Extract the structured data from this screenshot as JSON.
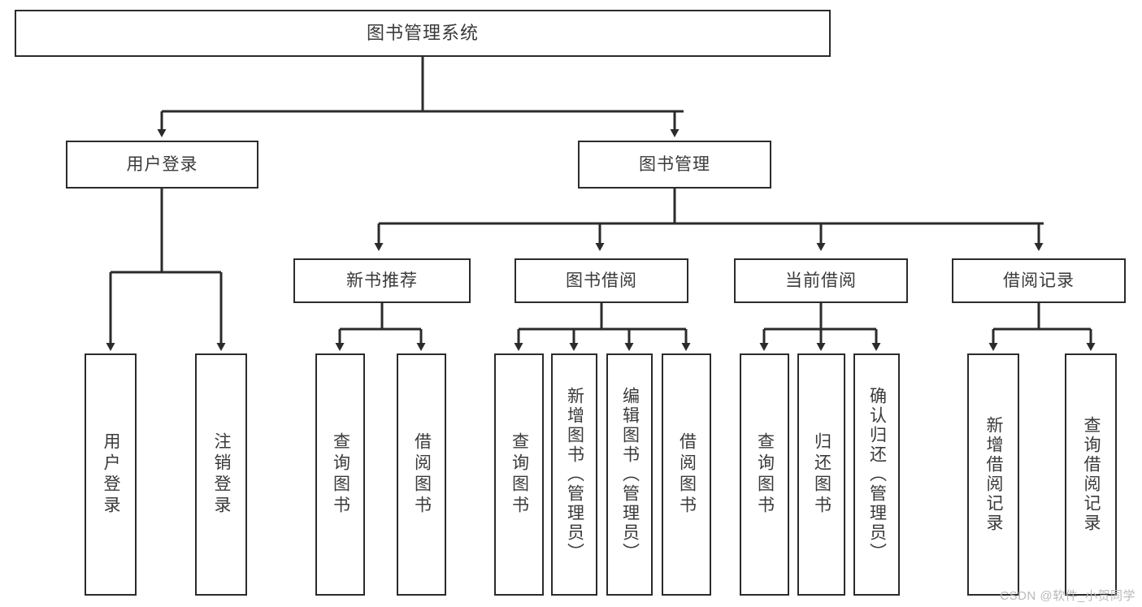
{
  "diagram": {
    "title": "图书管理系统",
    "watermark": "CSDN @软件_小贺同学",
    "colors": {
      "stroke": "#2b2b2b",
      "text": "#3a3a3a",
      "background": "#ffffff",
      "watermark": "#b9b9b9"
    },
    "root": {
      "label": "图书管理系统"
    },
    "level2": [
      {
        "label": "用户登录"
      },
      {
        "label": "图书管理"
      }
    ],
    "level3": [
      {
        "label": "新书推荐"
      },
      {
        "label": "图书借阅"
      },
      {
        "label": "当前借阅"
      },
      {
        "label": "借阅记录"
      }
    ],
    "leaves": {
      "user_login": [
        {
          "label": "用户登录"
        },
        {
          "label": "注销登录"
        }
      ],
      "new_book_recommend": [
        {
          "label": "查询图书"
        },
        {
          "label": "借阅图书"
        }
      ],
      "book_borrow": [
        {
          "label": "查询图书"
        },
        {
          "label": "新增图书（管理员）"
        },
        {
          "label": "编辑图书（管理员）"
        },
        {
          "label": "借阅图书"
        }
      ],
      "current_borrow": [
        {
          "label": "查询图书"
        },
        {
          "label": "归还图书"
        },
        {
          "label": "确认归还（管理员）"
        }
      ],
      "borrow_record": [
        {
          "label": "新增借阅记录"
        },
        {
          "label": "查询借阅记录"
        }
      ]
    }
  }
}
